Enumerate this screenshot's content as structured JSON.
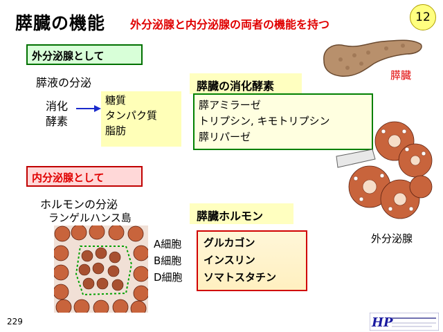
{
  "slide": {
    "title": "膵臓の機能",
    "subtitle": "外分泌腺と内分泌腺の両者の機能を持つ",
    "page_number": "12",
    "footer_number": "229"
  },
  "exocrine": {
    "label": "外分泌腺として",
    "secretion": "膵液の分泌",
    "digestive_enzyme_line1": "消化",
    "digestive_enzyme_line2": "酵素",
    "nutrients": [
      "糖質",
      "タンパク質",
      "脂肪"
    ]
  },
  "enzymes": {
    "heading": "膵臓の消化酵素",
    "items": [
      "膵アミラーゼ",
      "トリプシン, キモトリプシン",
      "膵リパーゼ"
    ]
  },
  "endocrine": {
    "label": "内分泌腺として",
    "secretion": "ホルモンの分泌",
    "islet_caption": "ランゲルハンス島",
    "cells": [
      "A細胞",
      "B細胞",
      "D細胞"
    ]
  },
  "hormones": {
    "heading": "膵臓ホルモン",
    "items": [
      "グルカゴン",
      "インスリン",
      "ソマトスタチン"
    ]
  },
  "illustrations": {
    "pancreas_label": "膵臓",
    "acinus_label": "外分泌腺"
  },
  "colors": {
    "title_red": "#e00000",
    "exocrine_green": "#007000",
    "cell_brown": "#c8643c"
  }
}
